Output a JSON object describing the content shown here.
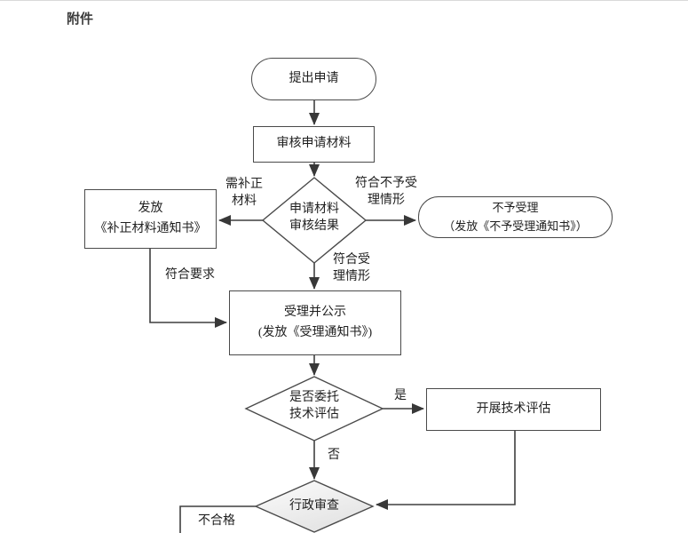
{
  "page": {
    "heading": "附件"
  },
  "flowchart": {
    "nodes": {
      "start": {
        "label": "提出申请",
        "shape": "terminator"
      },
      "review_materials": {
        "label": "审核申请材料",
        "shape": "process"
      },
      "review_result": {
        "label": "申请材料\n审核结果",
        "shape": "decision"
      },
      "issue_correction_notice": {
        "label": "发放\n《补正材料通知书》",
        "shape": "process"
      },
      "not_accepted": {
        "label": "不予受理\n（发放《不予受理通知书》）",
        "shape": "terminator"
      },
      "accept_publicize": {
        "label": "受理并公示\n(发放《受理通知书》)",
        "shape": "process"
      },
      "entrust_tech_eval": {
        "label": "是否委托\n技术评估",
        "shape": "decision"
      },
      "conduct_tech_eval": {
        "label": "开展技术评估",
        "shape": "process"
      },
      "admin_review": {
        "label": "行政审查",
        "shape": "decision"
      }
    },
    "edge_labels": {
      "need_correction": "需补正\n材料",
      "not_accept_case": "符合不予受\n理情形",
      "accept_case": "符合受\n理情形",
      "meets_requirements": "符合要求",
      "yes": "是",
      "no": "否",
      "unqualified": "不合格"
    },
    "colors": {
      "line": "#3f3f3f",
      "node_border": "#4a4a4a",
      "text": "#1f1f1f",
      "admin_review_fill_top": "#fcfcfc",
      "admin_review_fill_bottom": "#e3e3e3",
      "background": "#ffffff"
    }
  }
}
